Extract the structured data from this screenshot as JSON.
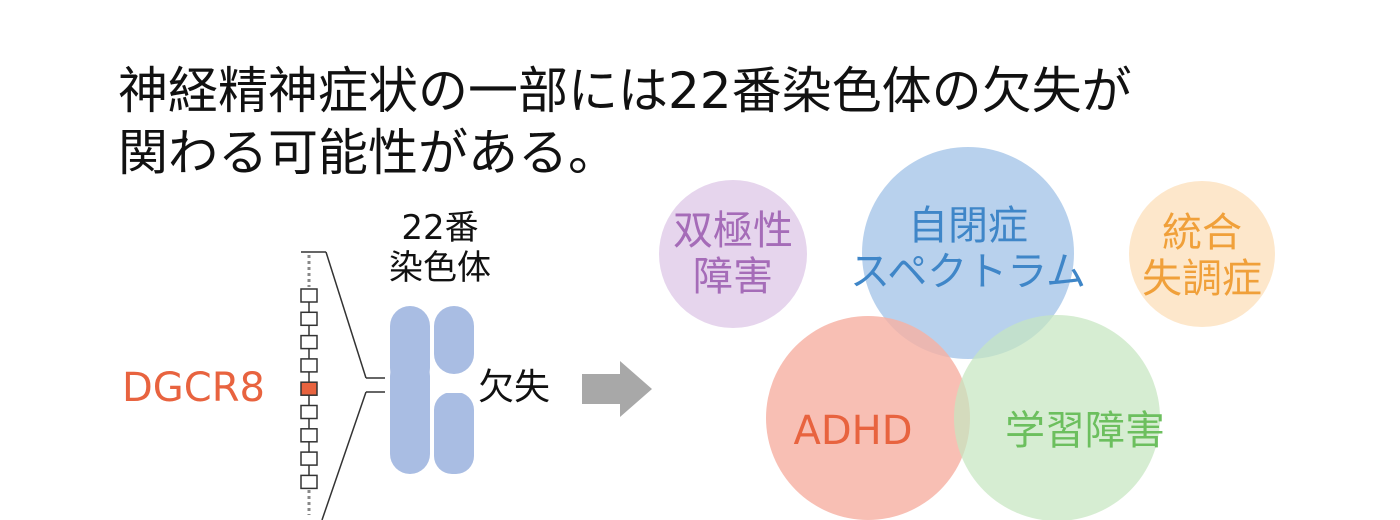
{
  "title": {
    "line1": "神経精神症状の一部には22番染色体の欠失が",
    "line2": "関わる可能性がある。"
  },
  "chromosome": {
    "label_line1": "22番",
    "label_line2": "染色体",
    "deletion_label": "欠失",
    "color": "#a9bde3"
  },
  "gene": {
    "name": "DGCR8",
    "color": "#e8633f"
  },
  "disorders": [
    {
      "line1": "双極性",
      "line2": "障害",
      "text_color": "#a56cb8",
      "fill": "#e6d5ed"
    },
    {
      "line1": "自閉症",
      "line2": "スペクトラム",
      "text_color": "#3f86c8",
      "fill": "#aecbea"
    },
    {
      "line1": "統合",
      "line2": "失調症",
      "text_color": "#f0a03a",
      "fill": "#fde7cb"
    },
    {
      "line1": "ADHD",
      "line2": "",
      "text_color": "#e8633f",
      "fill": "#f6b1a3"
    },
    {
      "line1": "学習障害",
      "line2": "",
      "text_color": "#6cbf5e",
      "fill": "#c6e6c0"
    }
  ]
}
